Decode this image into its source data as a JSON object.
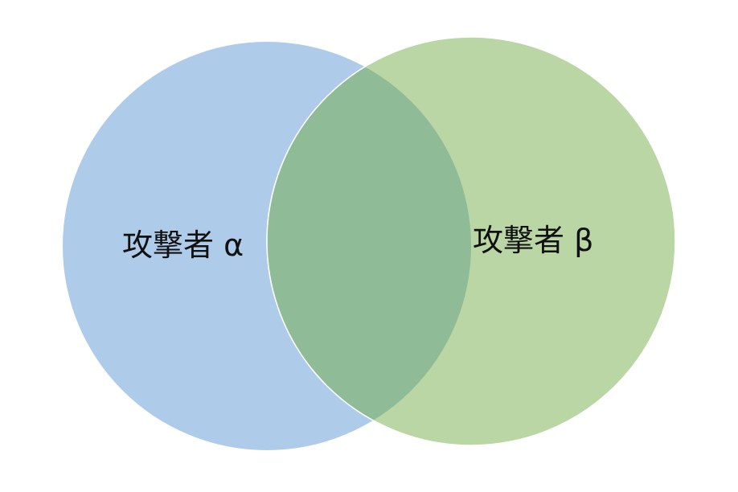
{
  "diagram": {
    "type": "venn",
    "sets": [
      {
        "label": "攻撃者 α",
        "color": "#aecbe9"
      },
      {
        "label": "攻撃者 β",
        "color": "#b9d6a4"
      }
    ],
    "overlap_color": "#8fbb96"
  }
}
